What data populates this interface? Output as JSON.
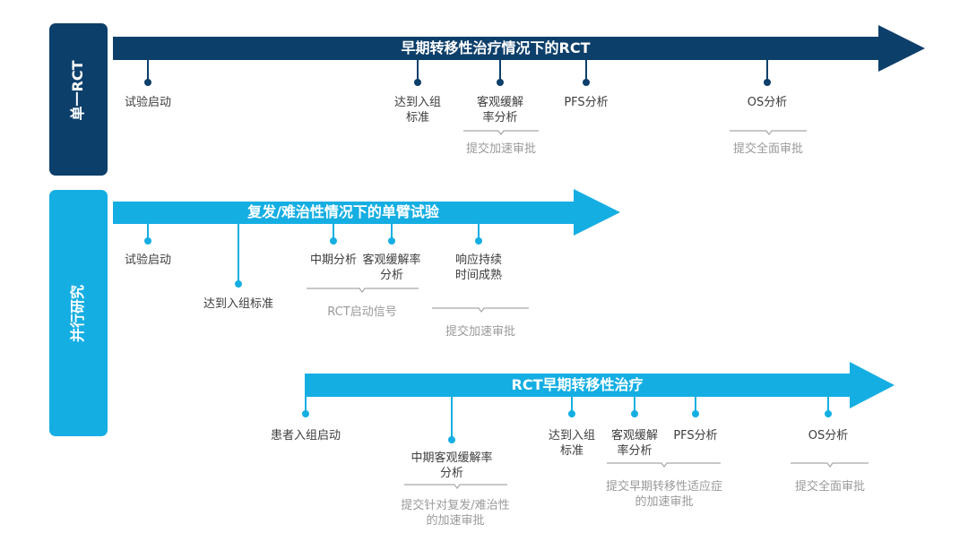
{
  "sections": {
    "single_rct": "单一RCT",
    "parallel": "并行研究"
  },
  "arrows": {
    "early_rct": "早期转移性治疗情况下的RCT",
    "single_arm": "复发/难治性情况下的单臂试验",
    "rct_early": "RCT早期转移性治疗"
  },
  "track1": {
    "trial_start": "试验启动",
    "enroll_line1": "达到入组",
    "enroll_line2": "标准",
    "orr_line1": "客观缓解",
    "orr_line2": "率分析",
    "pfs": "PFS分析",
    "os": "OS分析",
    "submit_accelerated": "提交加速审批",
    "submit_full": "提交全面审批"
  },
  "track2": {
    "trial_start": "试验启动",
    "enroll": "达到入组标准",
    "interim": "中期分析",
    "orr_line1": "客观缓解率",
    "orr_line2": "分析",
    "dor_line1": "响应持续",
    "dor_line2": "时间成熟",
    "rct_signal": "RCT启动信号",
    "submit_accelerated": "提交加速审批"
  },
  "track3": {
    "patient_enroll": "患者入组启动",
    "interim_orr_line1": "中期客观缓解率",
    "interim_orr_line2": "分析",
    "enroll_line1": "达到入组",
    "enroll_line2": "标准",
    "orr_line1": "客观缓解",
    "orr_line2": "率分析",
    "pfs": "PFS分析",
    "os": "OS分析",
    "submit_rr_line1": "提交针对复发/难治性",
    "submit_rr_line2": "的加速审批",
    "submit_early_line1": "提交早期转移性适应症",
    "submit_early_line2": "的加速审批",
    "submit_full": "提交全面审批"
  },
  "colors": {
    "dark_navy": "#0d3f6b",
    "bright_blue": "#15aee3",
    "text": "#3d3d3d",
    "muted": "#9a9a9a",
    "bracket": "#a6a6a6"
  }
}
